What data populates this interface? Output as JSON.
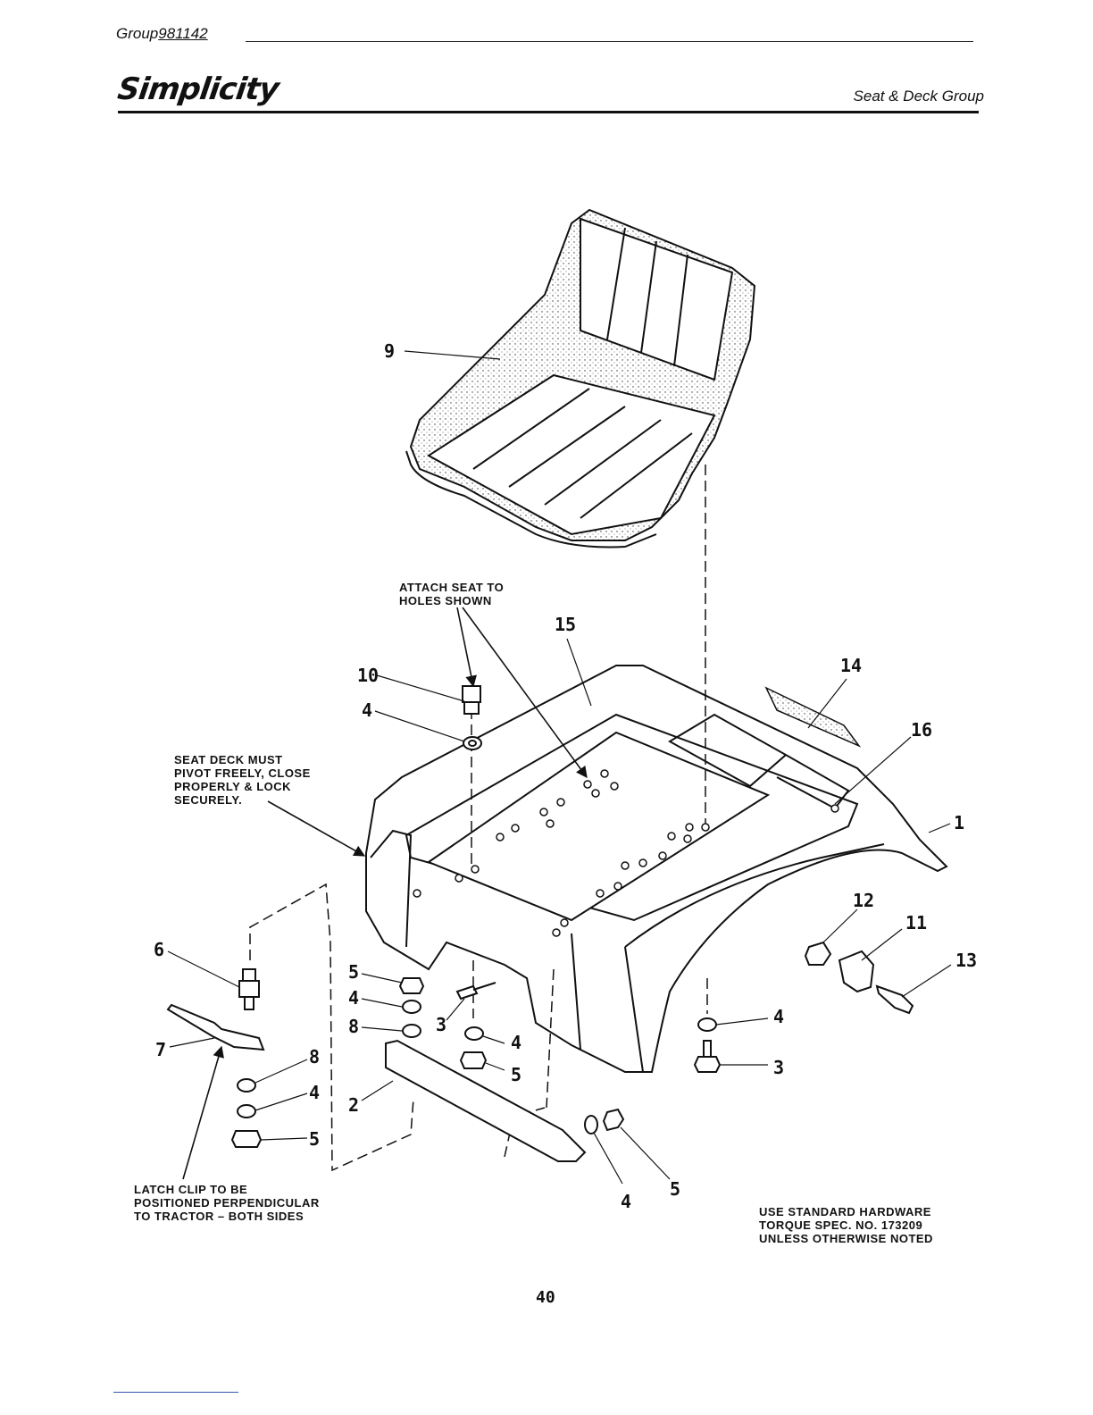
{
  "header": {
    "group_label": "Group",
    "group_number": "981142",
    "brand": "Simplicity",
    "section_title": "Seat & Deck Group"
  },
  "notes": {
    "attach_seat": "ATTACH SEAT TO\nHOLES SHOWN",
    "seat_deck": "SEAT DECK MUST\nPIVOT FREELY, CLOSE\nPROPERLY & LOCK\nSECURELY.",
    "latch_clip": "LATCH CLIP TO BE\nPOSITIONED PERPENDICULAR\nTO TRACTOR – BOTH SIDES",
    "hardware": "USE STANDARD HARDWARE\nTORQUE SPEC. NO. 173209\nUNLESS OTHERWISE NOTED"
  },
  "callouts": [
    "9",
    "15",
    "14",
    "10",
    "4",
    "16",
    "1",
    "12",
    "11",
    "13",
    "6",
    "5",
    "4",
    "8",
    "3",
    "4",
    "5",
    "4",
    "3",
    "7",
    "8",
    "4",
    "2",
    "5",
    "4",
    "5"
  ],
  "page_number": "40"
}
